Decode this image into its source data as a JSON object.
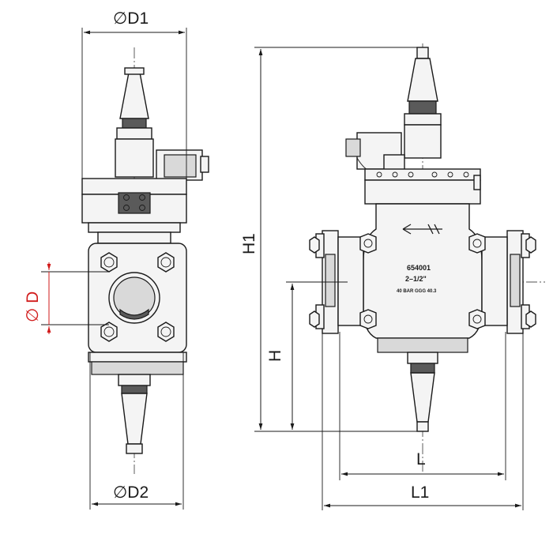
{
  "dimensions": {
    "d1": "∅D1",
    "d2": "∅D2",
    "d": "∅ D",
    "h1": "H1",
    "h": "H",
    "l": "L",
    "l1": "L1"
  },
  "valve_marking": {
    "code": "654001",
    "size": "2–1/2\"",
    "rating": "40 BAR GGG 40.3"
  },
  "colors": {
    "line": "#1a1a1a",
    "accent": "#d11a1a"
  }
}
